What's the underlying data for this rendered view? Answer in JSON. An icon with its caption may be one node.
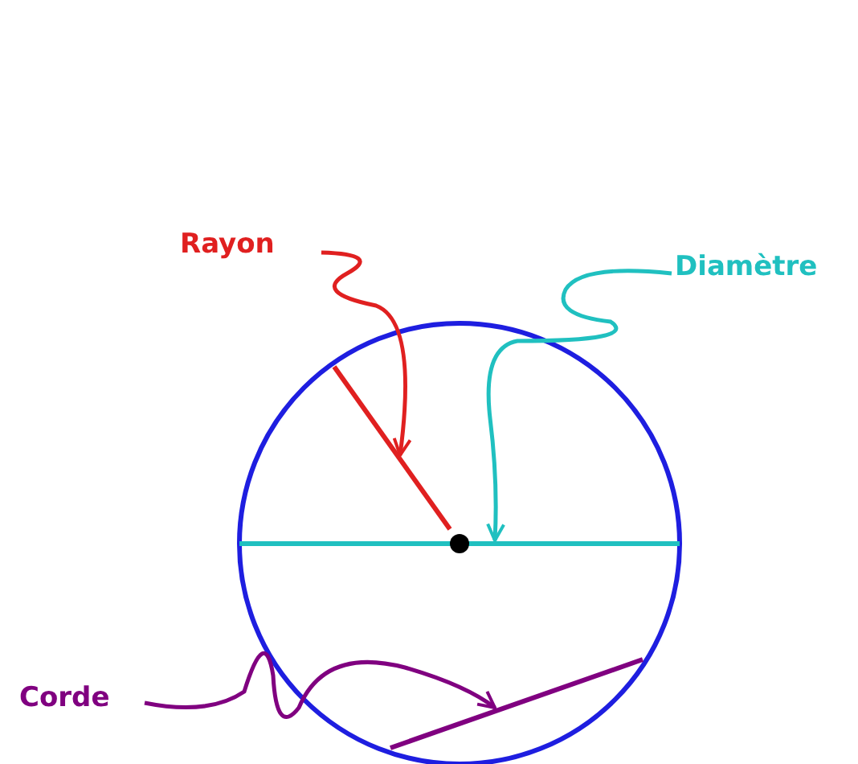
{
  "diagram": {
    "nodes": [
      {
        "text": [
          "Rayon"
        ]
      },
      {
        "text": [],
        "shape": "line"
      },
      {
        "text": [
          "Diamètre"
        ]
      },
      {
        "text": [],
        "shape": "line"
      },
      {
        "text": [
          "Corde"
        ]
      },
      {
        "text": [],
        "shape": "line"
      }
    ],
    "edges": [
      {
        "from": 0,
        "to": 1,
        "arrow": "to",
        "color": "#e02020"
      },
      {
        "from": 2,
        "to": 3,
        "arrow": "to",
        "color": "#20c0c0"
      },
      {
        "from": 4,
        "to": 5,
        "arrow": "to",
        "color": "#800080"
      }
    ]
  }
}
